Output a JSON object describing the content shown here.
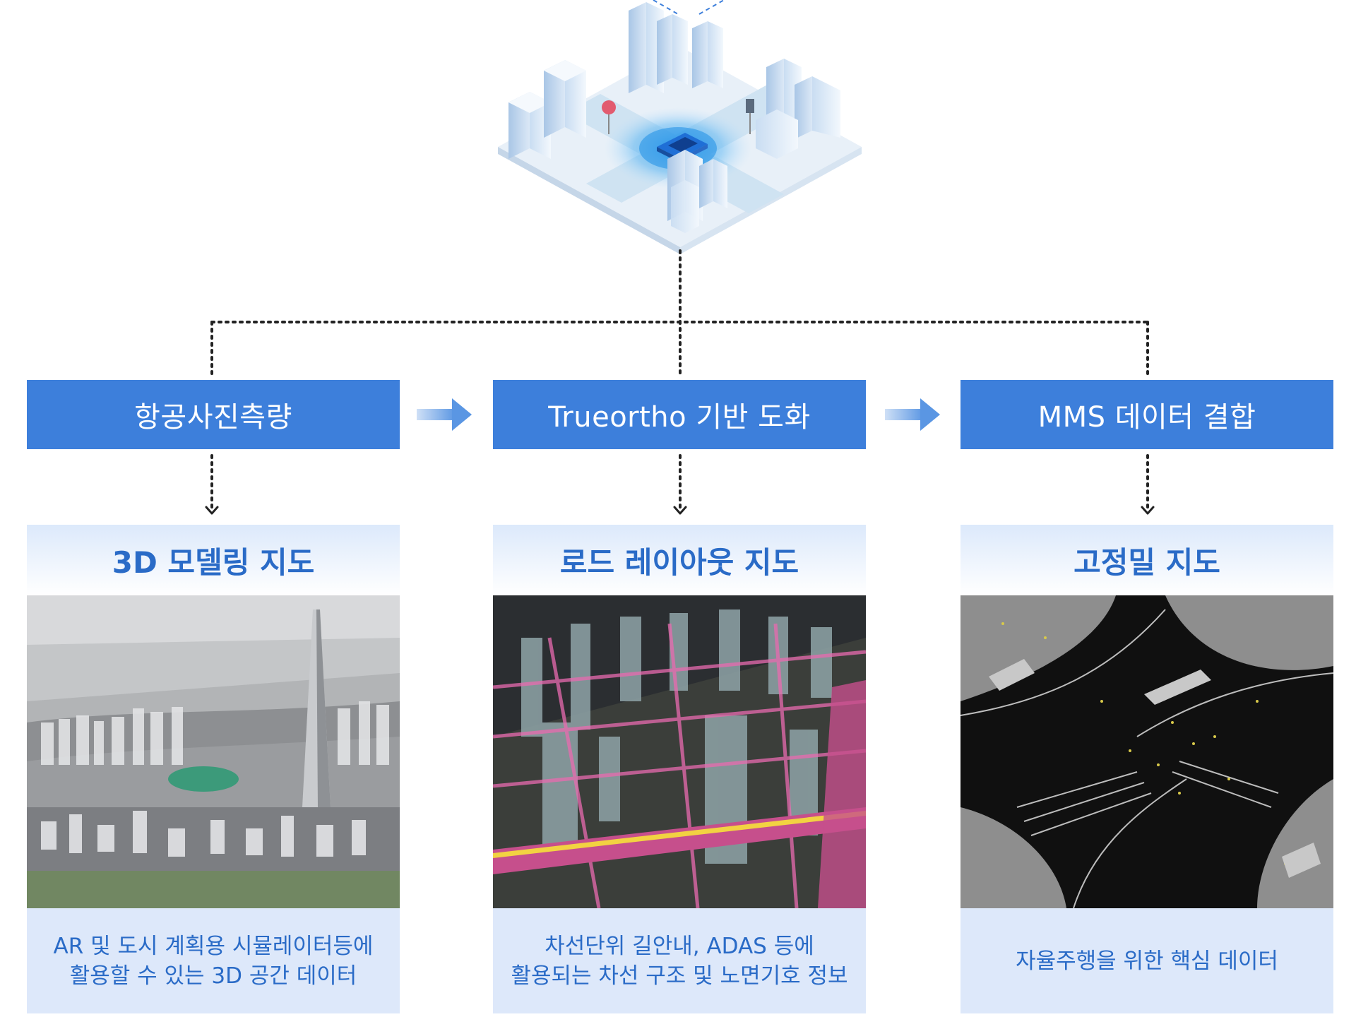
{
  "colors": {
    "accent": "#3d7fdb",
    "accent_text": "#2a6bc7",
    "card_bg": "#dde8fa",
    "connector": "#222222"
  },
  "process": [
    {
      "label": "항공사진측량"
    },
    {
      "label": "Trueortho 기반 도화"
    },
    {
      "label": "MMS 데이터 결합"
    }
  ],
  "outputs": [
    {
      "title": "3D 모델링 지도",
      "desc_lines": [
        "AR 및 도시 계획용 시뮬레이터등에",
        "활용할 수 있는 3D 공간 데이터"
      ],
      "image": "3d-city-model-photo"
    },
    {
      "title": "로드 레이아웃 지도",
      "desc_lines": [
        "차선단위 길안내, ADAS 등에",
        "활용되는 차선 구조 및 노면기호 정보"
      ],
      "image": "road-layout-city-photo"
    },
    {
      "title": "고정밀 지도",
      "desc_lines": [
        "자율주행을 위한 핵심 데이터"
      ],
      "image": "point-cloud-intersection-photo"
    }
  ],
  "top_illustration": "isometric-city-autonomous-car"
}
